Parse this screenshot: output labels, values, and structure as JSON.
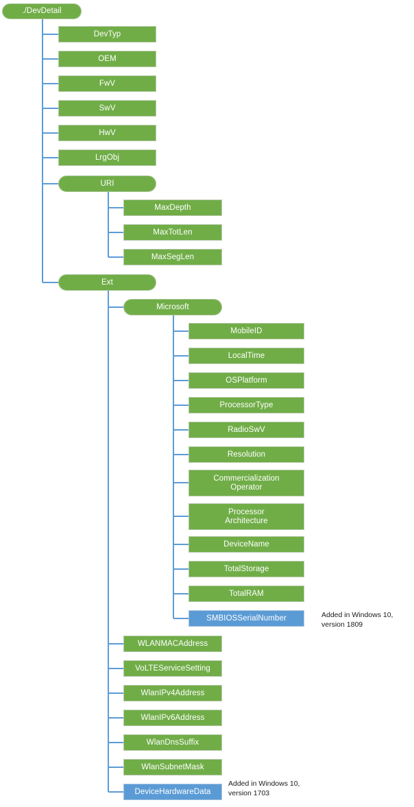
{
  "diagram": {
    "title": "DevDetail configuration service provider tree",
    "colors": {
      "node_green": "#70AD47",
      "node_blue": "#5B9BD5",
      "connector": "#5B9BD5",
      "node_text": "#FFFFFF",
      "note_text": "#1A1A1A",
      "background": "#FFFFFF"
    },
    "root": {
      "label": "./DevDetail"
    },
    "level1": [
      {
        "label": "DevTyp"
      },
      {
        "label": "OEM"
      },
      {
        "label": "FwV"
      },
      {
        "label": "SwV"
      },
      {
        "label": "HwV"
      },
      {
        "label": "LrgObj"
      },
      {
        "label": "URI"
      },
      {
        "label": "Ext"
      }
    ],
    "uri_children": [
      {
        "label": "MaxDepth"
      },
      {
        "label": "MaxTotLen"
      },
      {
        "label": "MaxSegLen"
      }
    ],
    "ext_children": [
      {
        "label": "Microsoft"
      },
      {
        "label": "WLANMACAddress"
      },
      {
        "label": "VoLTEServiceSetting"
      },
      {
        "label": "WlanIPv4Address"
      },
      {
        "label": "WlanIPv6Address"
      },
      {
        "label": "WlanDnsSuffix"
      },
      {
        "label": "WlanSubnetMask"
      },
      {
        "label": "DeviceHardwareData"
      }
    ],
    "microsoft_children": [
      {
        "label": "MobileID"
      },
      {
        "label": "LocalTime"
      },
      {
        "label": "OSPlatform"
      },
      {
        "label": "ProcessorType"
      },
      {
        "label": "RadioSwV"
      },
      {
        "label": "Resolution"
      },
      {
        "label": "Commercialization\nOperator"
      },
      {
        "label": "Processor\nArchitecture"
      },
      {
        "label": "DeviceName"
      },
      {
        "label": "TotalStorage"
      },
      {
        "label": "TotalRAM"
      },
      {
        "label": "SMBIOSSerialNumber"
      }
    ],
    "annotations": [
      {
        "text": "Added in Windows 10,\nversion 1809",
        "for": "SMBIOSSerialNumber"
      },
      {
        "text": "Added in Windows 10,\nversion 1703",
        "for": "DeviceHardwareData"
      }
    ]
  }
}
